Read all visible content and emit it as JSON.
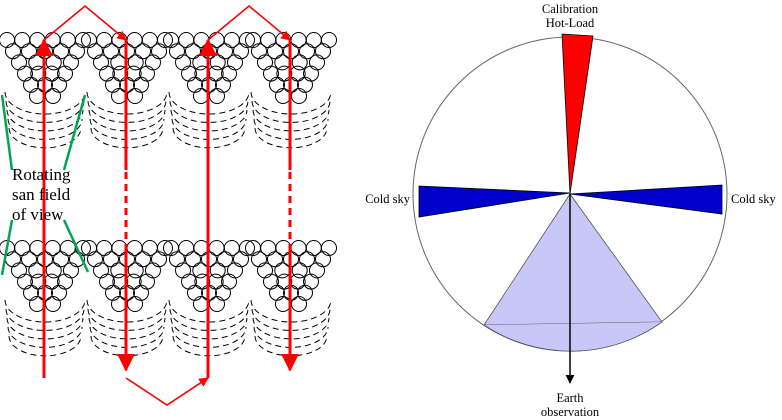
{
  "colors": {
    "scan_arrow": "#ff0000",
    "leader_line": "#00a651",
    "hot_load": "#ff0000",
    "cold_sky": "#0000cc",
    "earth_view": "#c8c8f8",
    "outline": "#000000"
  },
  "scan_pattern": {
    "label_lines": [
      "Rotating",
      "san field",
      "of view"
    ],
    "block_count": 4,
    "row_count": 2,
    "up_columns": [
      1,
      3
    ],
    "down_columns": [
      2,
      4
    ]
  },
  "scan_geometry": {
    "sector_labels": {
      "hot_load": [
        "Calibration",
        "Hot-Load"
      ],
      "cold_sky_left": "Cold  sky",
      "cold_sky_right": "Cold  sky",
      "earth": [
        "Earth",
        "observation"
      ]
    }
  }
}
